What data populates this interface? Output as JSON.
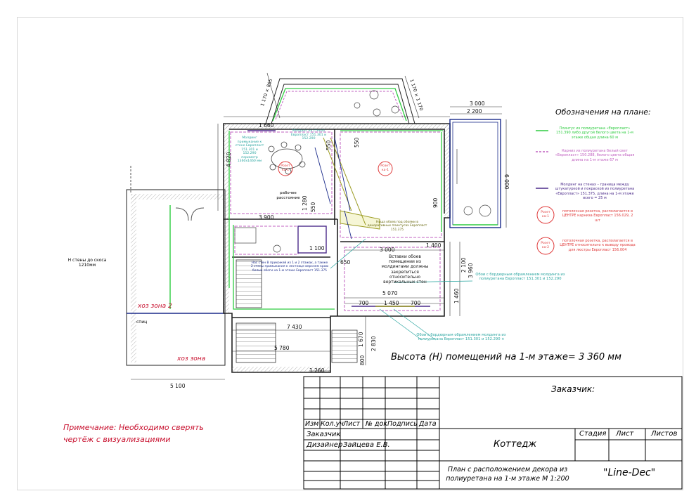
{
  "drawing": {
    "height_note": "Высота (Н) помещений на 1-м этаже= 3 360 мм",
    "remark": "Примечание: Необходимо сверять чертёж с визуализациями",
    "legend_title": "Обозначения на плане:",
    "legend_items": [
      {
        "color": "#2ecc40",
        "text": "Плинтус из полиуретана «Европласт» 151.390 либо другой белого цвета на 1-м этаже общая длина 60 м"
      },
      {
        "color": "#c060c0",
        "text": "Карниз из полиуретана белый свет «Европласт» 150.288, белого цвета общая длина на 1-м этаже 67 м"
      },
      {
        "color": "#4b2a8a",
        "text": "Молдинг на стенах – граница между штукатуркой и покраской из полиуретана «Европласт» 151.375, длина на 1-м этаже всего = 25 м"
      },
      {
        "color": "#e03c3c",
        "badge": "Розет ка-1",
        "text": "потолочная розетка, располагается в ЦЕНТРЕ карниза Европласт 156.029, 2 шт"
      },
      {
        "color": "#e03c3c",
        "badge": "Розет ка-2",
        "text": "потолочная розетка, располагается в ЦЕНТРЕ относительно к выводу провода для люстры Европласт 156.004"
      }
    ],
    "dimensions": {
      "d_1660": "1 660",
      "d_3000_top": "3 000",
      "d_2200": "2 200",
      "d_6000": "6 000",
      "d_4820": "4 820",
      "d_3900": "3 900",
      "d_1280": "1 280",
      "d_550a": "550",
      "d_550b": "550",
      "d_900": "900",
      "d_1100": "1 100",
      "d_3000_mid": "3 000",
      "d_1400": "1 400",
      "d_650": "650",
      "d_2100": "2 100",
      "d_3960": "3 960",
      "d_1460": "1 460",
      "d_5070": "5 070",
      "d_700a": "700",
      "d_1450": "1 450",
      "d_700b": "700",
      "d_7430": "7 430",
      "d_1670": "1 670",
      "d_5780": "5 780",
      "d_800": "800",
      "d_1260": "1 260",
      "d_5100": "5 100",
      "d_2830": "2 830",
      "d_1170_865_left": "1 170 × 865",
      "d_1170_865_right": "1 170 × 1 170"
    },
    "room_labels": {
      "hoz_zona_2": "хоз зона 2",
      "hoz_zona": "хоз зона",
      "wall_note": "Н стены до скоса 1210мм",
      "roza1": "Розет ка-1",
      "roza2": "Розет ка-1",
      "working_dist": "рабочее расстояние",
      "step_label": "спиц"
    },
    "annotations": {
      "a1": "Молдинг на стенах Европласт 151.301 и 152.290",
      "a2": "Молдинг примыкание к стене Европласт 151.301 и 152.290 периметр 1360x1460 мм",
      "a3": "Нас стен В прихожей из 1 и 2 этажах, а также 2 стены примыкания к лестнице верхнем краю белые обоги на 1-м этаже Европласт 151.375",
      "a4": "Вставки обоев помещении из молдингами должны закрепиться относительно вертикальных стен",
      "a5": "Обои с бордюрным обрамлением молдинга из полиуретана Европласт 151.301 и 152.290",
      "a6": "Обои с бордюрным обрамлением молдинга из полиуретана Европласт 151.301 и 152.290 ×",
      "a7": "Ниша обоев под обоями в декоративных плинтусах Европласт 151.375"
    },
    "title_block": {
      "customer_label": "Заказчик:",
      "col_izm": "Изм",
      "col_kol": "Кол.уч",
      "col_list": "Лист",
      "col_ndok": "№ док",
      "col_podpis": "Подпись",
      "col_data": "Дата",
      "row_customer": "Заказчик",
      "row_designer": "Дизайнер",
      "designer_name": "Зайцева Е.В.",
      "project": "Коттедж",
      "stage": "Стадия",
      "sheet": "Лист",
      "sheets": "Листов",
      "drawing_name": "План с расположением декора из полиуретана на 1-м этаже  М 1:200",
      "company": "\"Line-Dec\""
    },
    "colors": {
      "plinth": "#2ecc40",
      "cornice": "#c060c0",
      "molding": "#4b2a8a",
      "rosette": "#e03c3c",
      "olive": "#9a9a20",
      "wall": "#222222",
      "blue_frame": "#1a2a8a"
    }
  }
}
